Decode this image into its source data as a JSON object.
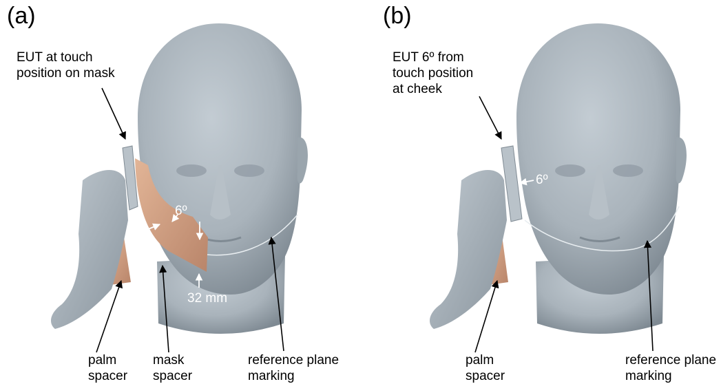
{
  "panels": [
    {
      "label": "(a)",
      "eut_label": "EUT at touch\nposition on mask",
      "angle_label": "6º",
      "distance_label": "32 mm",
      "palm_label": "palm\nspacer",
      "mask_label": "mask\nspacer",
      "reference_label": "reference plane\nmarking"
    },
    {
      "label": "(b)",
      "eut_label": "EUT 6º from\ntouch position\nat cheek",
      "angle_label": "6º",
      "palm_label": "palm\nspacer",
      "reference_label": "reference plane\nmarking"
    }
  ],
  "colors": {
    "head": "#a9b3bb",
    "head_shadow": "#7f8a93",
    "spacer": "#d7a788",
    "spacer_dark": "#b9856a",
    "annotation": "#000000",
    "in_figure_text": "#ffffff"
  }
}
